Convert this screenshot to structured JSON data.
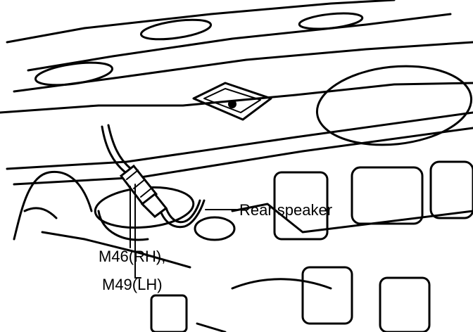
{
  "diagram": {
    "labels": {
      "rear_speaker": "Rear speaker",
      "connector_rh": "M46(RH),",
      "connector_lh": "M49(LH)"
    }
  }
}
